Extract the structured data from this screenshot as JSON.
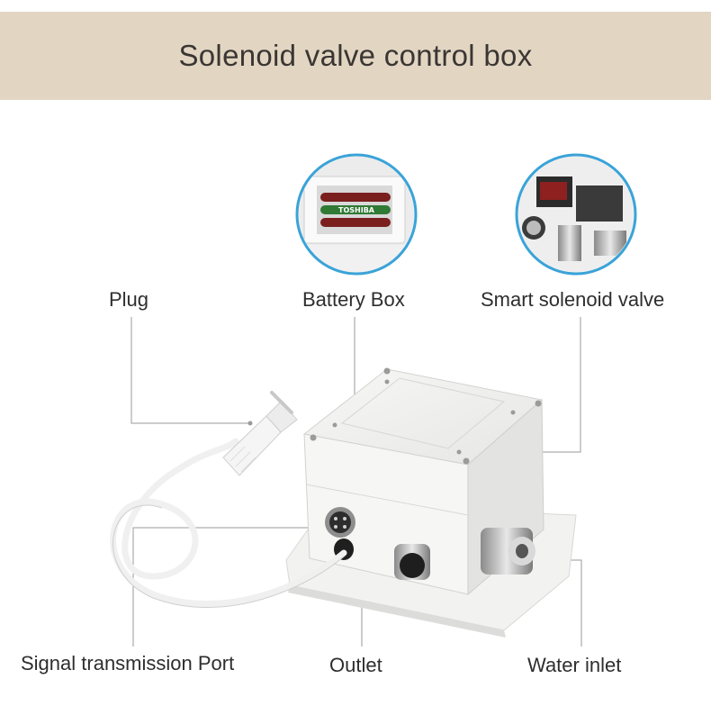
{
  "banner": {
    "title": "Solenoid valve control box"
  },
  "callouts": {
    "plug": "Plug",
    "battery_box": "Battery Box",
    "smart_solenoid_valve": "Smart solenoid valve",
    "signal_port": "Signal transmission Port",
    "outlet": "Outlet",
    "water_inlet": "Water inlet"
  },
  "battery_brand": "TOSHIBA",
  "colors": {
    "banner_bg": "#e2d6c3",
    "callout_line": "#9a9a9a",
    "inset_ring": "#3aa3d8",
    "housing": "#f4f4f2"
  }
}
